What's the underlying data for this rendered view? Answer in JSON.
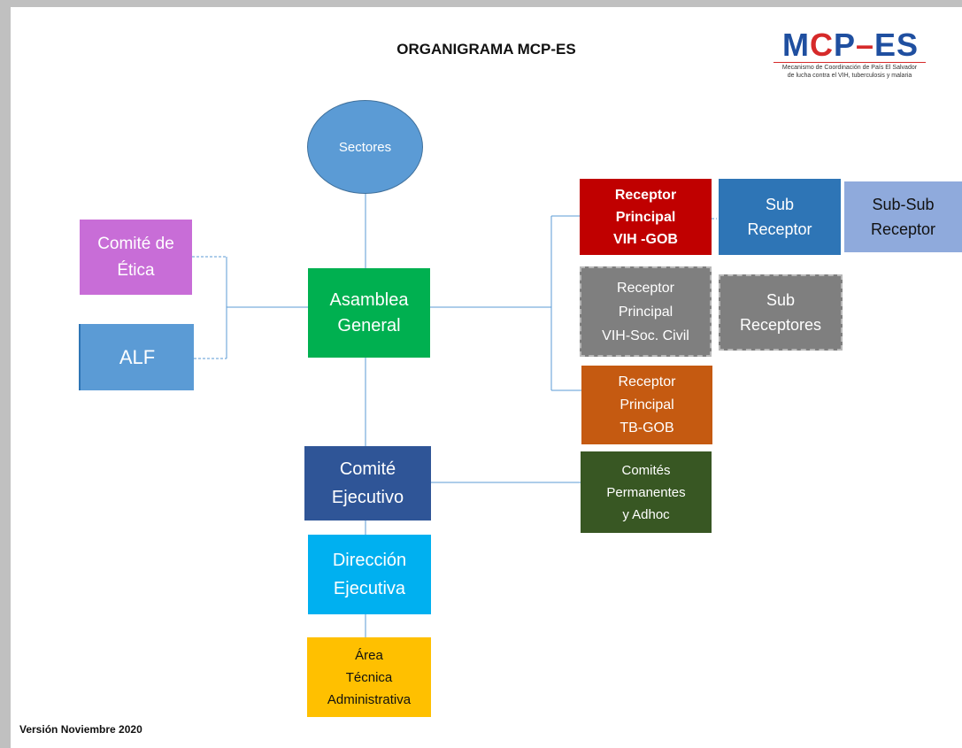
{
  "title": "ORGANIGRAMA MCP-ES",
  "logo": {
    "mark_m": "M",
    "mark_c": "C",
    "mark_p": "P",
    "mark_dash": "–",
    "mark_es": "ES",
    "subtitle_line1": "Mecanismo de Coordinación de País El Salvador",
    "subtitle_line2": "de lucha contra el VIH, tuberculosis y malaria"
  },
  "nodes": {
    "sectores": "Sectores",
    "comite_etica": "Comité de\nÉtica",
    "alf": "ALF",
    "asamblea": "Asamblea\nGeneral",
    "comite_ejecutivo": "Comité\nEjecutivo",
    "direccion": "Dirección\nEjecutiva",
    "area_tecnica": "Área\nTécnica\nAdministrativa",
    "rp_vih_gob": "Receptor\nPrincipal\nVIH -GOB",
    "sub_receptor": "Sub\nReceptor",
    "sub_sub_receptor": "Sub-Sub\nReceptor",
    "rp_vih_soc": "Receptor\nPrincipal\nVIH-Soc. Civil",
    "sub_receptores": "Sub\nReceptores",
    "rp_tb_gob": "Receptor\nPrincipal\nTB-GOB",
    "comites_permanentes": "Comités\nPermanentes\ny Adhoc"
  },
  "colors": {
    "sectores": "#5b9bd5",
    "comite_etica": "#c86dd7",
    "alf": "#5b9bd5",
    "asamblea": "#00b050",
    "comite_ejecutivo": "#2f5597",
    "direccion": "#00b0f0",
    "area_tecnica": "#ffc000",
    "rp_vih_gob": "#c00000",
    "sub_receptor": "#2e75b6",
    "sub_sub_receptor": "#8faadc",
    "rp_vih_soc": "#7f7f7f",
    "sub_receptores": "#7f7f7f",
    "rp_tb_gob": "#c55a11",
    "comites_permanentes": "#385723",
    "connector": "#5b9bd5"
  },
  "footer": "Versión Noviembre 2020"
}
